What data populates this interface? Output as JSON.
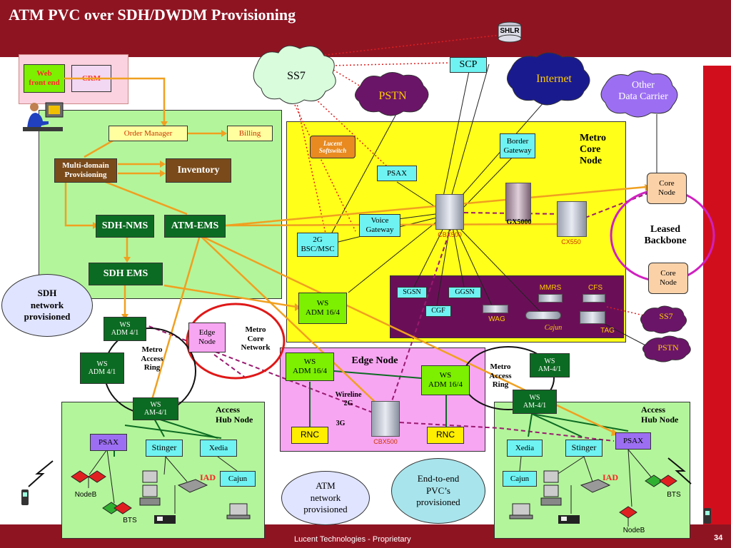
{
  "title": "ATM PVC over SDH/DWDM Provisioning",
  "footer": "Lucent Technologies - Proprietary",
  "page_number": "34",
  "top": {
    "shlr": "SHLR",
    "ss7": "SS7",
    "pstn": "PSTN",
    "scp": "SCP",
    "internet": "Internet",
    "other_carrier": "Other\nData Carrier",
    "web_front_end": "Web\nfront end",
    "crm": "CRM"
  },
  "mgmt": {
    "order_manager": "Order Manager",
    "billing": "Billing",
    "multi_domain": "Multi-domain\nProvisioning",
    "inventory": "Inventory",
    "sdh_nms": "SDH-NMS",
    "atm_ems": "ATM-EMS",
    "sdh_ems": "SDH EMS"
  },
  "metro_core": {
    "label": "Metro\nCore\nNode",
    "softswitch": "Lucent\nSoftswitch",
    "border_gateway": "Border\nGateway",
    "psax": "PSAX",
    "voice_gateway": "Voice\nGateway",
    "bsc": "2G\nBSC/MSC",
    "cbx500": "CBX500",
    "gx5000": "GX5000",
    "cx550": "CX550",
    "core_node_1": "Core\nNode",
    "core_node_2": "Core\nNode",
    "leased_backbone": "Leased\nBackbone",
    "ws_adm": "WS\nADM 16/4"
  },
  "mobile_core": {
    "sgsn": "SGSN",
    "ggsn": "GGSN",
    "mmrs": "MMRS",
    "cfs": "CFS",
    "cgf": "CGF",
    "wag": "WAG",
    "cajun": "Cajun",
    "tag": "TAG",
    "ss7_small": "SS7",
    "pstn_small": "PSTN"
  },
  "metro_ring": {
    "left_ring": "Metro\nAccess\nRing",
    "right_ring": "Metro\nAccess\nRing",
    "core_network": "Metro\nCore\nNetwork",
    "edge_node_small": "Edge\nNode",
    "ws_adm_4_1_a": "WS\nADM 4/1",
    "ws_adm_4_1_b": "WS\nADM 4/1",
    "ws_am_4_1_right": "WS\nAM-4/1",
    "ws_am_4_1_right2": "WS\nAM-4/1"
  },
  "edge_node": {
    "label": "Edge Node",
    "ws_adm_left": "WS\nADM 16/4",
    "ws_adm_right": "WS\nADM 16/4",
    "wireline": "Wireline\n2G",
    "three_g": "3G",
    "rnc_left": "RNC",
    "rnc_right": "RNC",
    "cbx500": "CBX500"
  },
  "access_left": {
    "label": "Access\nHub Node",
    "ws_am": "WS\nAM-4/1",
    "psax": "PSAX",
    "stinger": "Stinger",
    "xedia": "Xedia",
    "cajun": "Cajun",
    "iad": "IAD",
    "nodeb": "NodeB",
    "bts": "BTS"
  },
  "access_right": {
    "label": "Access\nHub Node",
    "xedia": "Xedia",
    "stinger": "Stinger",
    "psax": "PSAX",
    "cajun": "Cajun",
    "iad": "IAD",
    "bts": "BTS",
    "nodeb": "NodeB"
  },
  "callouts": {
    "sdh": "SDH\nnetwork\nprovisioned",
    "atm": "ATM\nnetwork\nprovisioned",
    "pvc": "End-to-end\nPVC’s\nprovisioned"
  },
  "colors": {
    "header": "#8f1422",
    "mgmt_zone": "#b3f59b",
    "metro_core_zone": "#ffff1a",
    "mobile_zone": "#6a0f57",
    "edge_zone": "#f7a6f2",
    "access_zone": "#b3f59b",
    "orange_link": "#f0a020",
    "dark_green": "#0c6b22"
  }
}
